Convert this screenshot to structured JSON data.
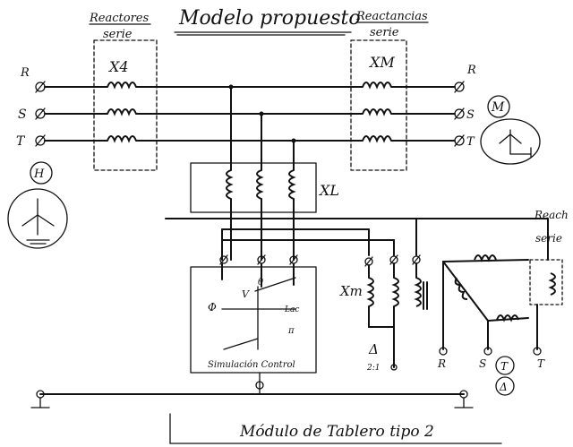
{
  "header": {
    "title": "Modelo propuesto",
    "left_label_line1": "Reactores",
    "left_label_line2": "serie",
    "right_label_line1": "Reactancias",
    "right_label_line2": "serie"
  },
  "phases": {
    "r": "R",
    "s": "S",
    "t": "T"
  },
  "reactances": {
    "x4": "X4",
    "xm_top": "XM",
    "xl": "XL",
    "xm_side": "Xm"
  },
  "machines": {
    "motor": "M",
    "generator": "H",
    "transformer": "T"
  },
  "control_box": {
    "label": "Simulación Control",
    "v_label": "V",
    "phi_label": "Φ",
    "theta_label": "θ",
    "lac_label": "Lac",
    "pi_label": "π"
  },
  "delta_labels": {
    "delta": "Δ",
    "ratio": "2:1"
  },
  "right_block": {
    "reach_label_line1": "Reach",
    "reach_label_line2": "serie",
    "r": "R",
    "s": "S",
    "t": "T"
  },
  "footer": {
    "title": "Módulo de Tablero tipo 2"
  }
}
